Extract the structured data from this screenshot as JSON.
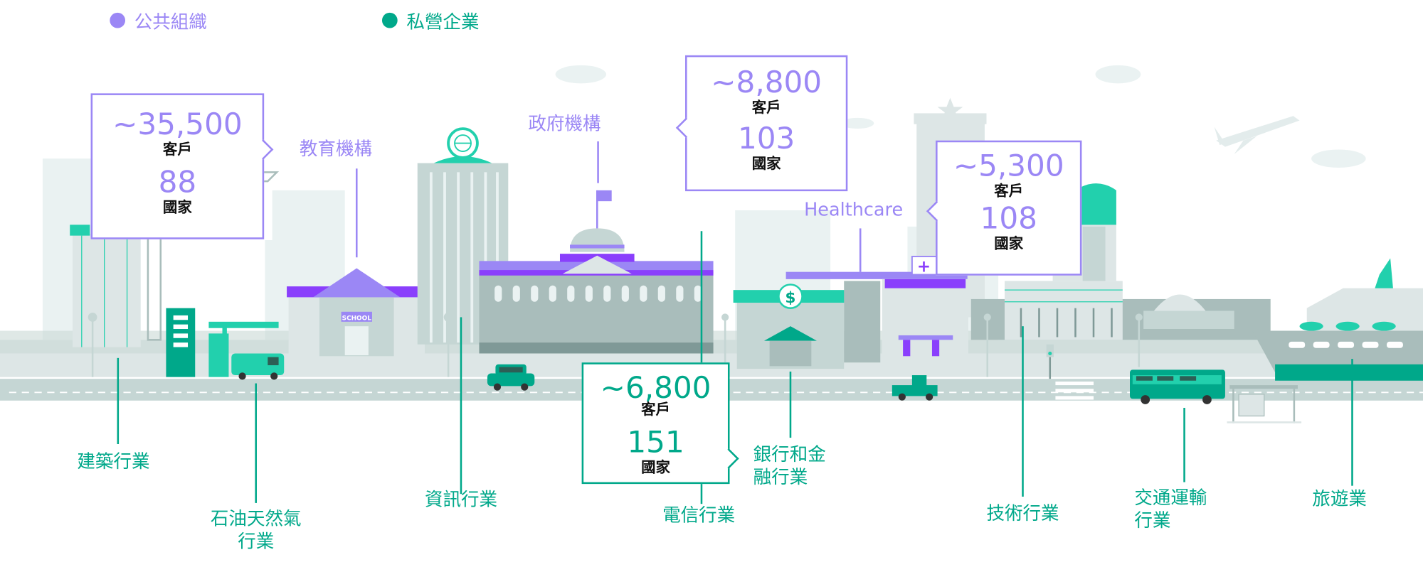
{
  "legend": [
    {
      "label": "公共組織",
      "color": "#9b87f5"
    },
    {
      "label": "私營企業",
      "color": "#00a88a"
    }
  ],
  "public_sectors": {
    "education": "教育機構",
    "government": "政府機構",
    "healthcare": "Healthcare"
  },
  "private_sectors": {
    "construction": "建築行業",
    "oil_gas_line1": "石油天然氣",
    "oil_gas_line2": "行業",
    "it": "資訊行業",
    "telecom": "電信行業",
    "banking_line1": "銀行和金",
    "banking_line2": "融行業",
    "tech": "技術行業",
    "transport_line1": "交通運輸",
    "transport_line2": "行業",
    "tourism": "旅遊業"
  },
  "scene_signs": {
    "school": "SCHOOL",
    "bank_symbol": "$",
    "hospital_symbol": "+"
  },
  "callouts": {
    "education": {
      "clients": "~35,500",
      "clients_label": "客戶",
      "countries": "88",
      "countries_label": "國家"
    },
    "government": {
      "clients": "~8,800",
      "clients_label": "客戶",
      "countries": "103",
      "countries_label": "國家"
    },
    "healthcare": {
      "clients": "~5,300",
      "clients_label": "客戶",
      "countries": "108",
      "countries_label": "國家"
    },
    "telecom": {
      "clients": "~6,800",
      "clients_label": "客戶",
      "countries": "151",
      "countries_label": "國家"
    }
  }
}
